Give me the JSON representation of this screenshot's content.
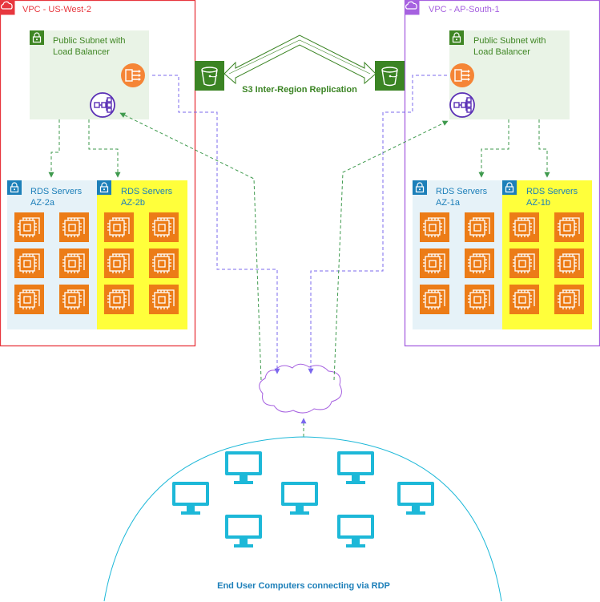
{
  "vpc_west": {
    "title": "VPC - US-West-2",
    "subnet_line1": "Public Subnet with",
    "subnet_line2": "Load Balancer",
    "az_a_line1": "RDS Servers",
    "az_a_line2": "AZ-2a",
    "az_b_line1": "RDS Servers",
    "az_b_line2": "AZ-2b",
    "color": "#e7373e"
  },
  "vpc_south": {
    "title": "VPC - AP-South-1",
    "subnet_line1": "Public Subnet with",
    "subnet_line2": "Load Balancer",
    "az_a_line1": "RDS Servers",
    "az_a_line2": "AZ-1a",
    "az_b_line1": "RDS Servers",
    "az_b_line2": "AZ-1b",
    "color": "#a661e0"
  },
  "replication_label": "S3 Inter-Region Replication",
  "users_label": "End User Computers connecting via RDP",
  "icons": [
    "vpc-cloud-icon",
    "lock-icon",
    "load-balancer-icon",
    "network-lb-icon",
    "s3-bucket-icon",
    "ec2-instance-icon",
    "internet-cloud-icon",
    "monitor-icon"
  ],
  "colors": {
    "subnet_fill": "#e9f3e6",
    "az_fill": "#e6f2f8",
    "az_highlight": "#ffff3b",
    "ec2": "#ec7c17",
    "s3": "#3b8424",
    "lb": "#f58536",
    "nlb": "#5a30b5",
    "arrow_green": "#3f9a4e",
    "arrow_purple": "#7b68ee",
    "users": "#1db8d8"
  }
}
